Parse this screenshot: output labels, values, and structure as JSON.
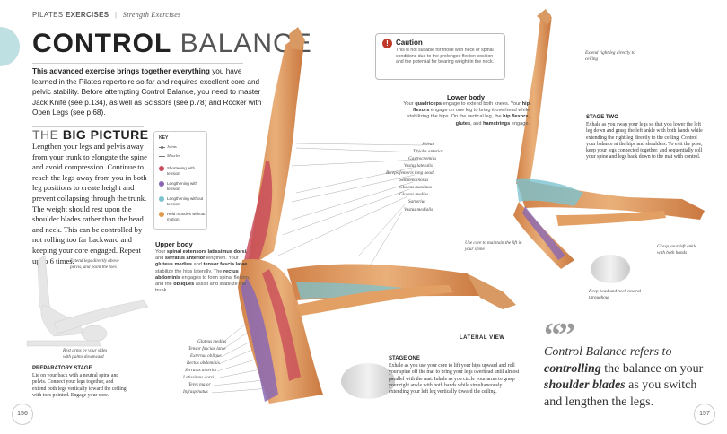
{
  "header": {
    "section": "PILATES",
    "section_bold": "EXERCISES",
    "subsection": "Strength Exercises"
  },
  "title": {
    "part1": "CONTROL",
    "part2": "BALANCE"
  },
  "intro": {
    "b1": "This advanced exercise brings together everything",
    "t1": " you have learned in the Pilates repertoire so far and requires excellent core and pelvic stability. Before attempting Control Balance, you need to master Jack Knife ",
    "r1": "(see p.134)",
    "t2": ", as well as Scissors ",
    "r2": "(see p.78)",
    "t3": " and Rocker with Open Legs ",
    "r3": "(see p.68)",
    "t4": "."
  },
  "big_picture": {
    "title_light": "THE",
    "title_bold": "BIG PICTURE",
    "text": "Lengthen your legs and pelvis away from your trunk to elongate the spine and avoid compression. Continue to reach the legs away from you in both leg positions to create height and prevent collapsing through the trunk. The weight should rest upon the shoulder blades rather than the head and neck. This can be controlled by not rolling too far backward and keeping your core engaged. Repeat up to 6 times."
  },
  "key": {
    "title": "KEY",
    "rows": [
      {
        "label": "Joints",
        "type": "joint",
        "color": "#666666"
      },
      {
        "label": "Muscles",
        "type": "line",
        "color": "#777777"
      },
      {
        "label": "Shortening with tension",
        "type": "dot",
        "color": "#c94d5a"
      },
      {
        "label": "Lengthening with tension",
        "type": "dot",
        "color": "#8a68b3"
      },
      {
        "label": "Lengthening without tension",
        "type": "dot",
        "color": "#7cc3cf"
      },
      {
        "label": "Held muscles without motion",
        "type": "dot",
        "color": "#e09a4e"
      }
    ]
  },
  "caution": {
    "title": "Caution",
    "text": "This is not suitable for those with neck or spinal conditions due to the prolonged flexion position and the potential for bearing weight in the neck."
  },
  "lower_body": {
    "title": "Lower body",
    "t1": "Your ",
    "b1": "quadriceps",
    "t2": " engage to extend both knees. Your ",
    "b2": "hip flexors",
    "t3": " engage on one leg to bring it overhead while stabilizing the hips. On the vertical leg, the ",
    "b3": "hip flexors, glutes",
    "t4": ", and ",
    "b4": "hamstrings",
    "t5": " engage."
  },
  "upper_body": {
    "title": "Upper body",
    "t1": "Your ",
    "b1": "spinal extensors latissimus dorsi",
    "t2": ", and ",
    "b2": "serratus anterior",
    "t3": " lengthen. Your ",
    "b3": "gluteus medius",
    "t4": " and ",
    "b4": "tensor fascia latae",
    "t5": " stabilize the hips laterally. The ",
    "b5": "rectus abdominis",
    "t6": " engages to form spinal flexion, and the ",
    "b6": "obliques",
    "t7": " assist and stabilize the trunk."
  },
  "muscle_labels_right": [
    "Soleus",
    "Tibialis anterior",
    "Gastrocnemius",
    "Vastus lateralis",
    "Biceps femoris long head",
    "Semitendinosus",
    "Gluteus maximus",
    "Gluteus medius",
    "Sartorius",
    "Vastus medialis"
  ],
  "muscle_labels_left": [
    "Gluteus medius",
    "Tensor fasciae latae",
    "External oblique",
    "Rectus abdominis",
    "Serratus anterior",
    "Latissimus dorsi",
    "Teres major",
    "Infraspinatus"
  ],
  "stage_two": {
    "title": "STAGE TWO",
    "text": "Exhale as you swap your legs so that you lower the left leg down and grasp the left ankle with both hands while extending the right leg directly to the ceiling. Control your balance at the hips and shoulders. To exit the pose, keep your legs connected together, and sequentially roll your spine and legs back down to the mat with control."
  },
  "stage_one": {
    "title": "STAGE ONE",
    "text": "Exhale as you use your core to lift your hips upward and roll your spine off the mat to bring your legs overhead until almost parallel with the mat. Inhale as you circle your arms to grasp your right ankle with both hands while simultaneously extending your left leg vertically toward the ceiling."
  },
  "lateral_view": "LATERAL VIEW",
  "annotations": {
    "extend_right_leg": "Extend right leg directly to ceiling",
    "use_core": "Use core to maintain the lift in your spine",
    "grasp_ankle": "Grasp your left ankle with both hands",
    "keep_head": "Keep head and neck neutral throughout",
    "extend_legs": "Extend legs directly above pelvis, and point the toes",
    "rest_arms": "Rest arms by your sides with palms downward"
  },
  "prep_stage": {
    "title": "PREPARATORY STAGE",
    "text": "Lie on your back with a neutral spine and pelvis. Connect your legs together, and extend both legs vertically toward the ceiling with toes pointed. Engage your core."
  },
  "quote": {
    "mark": "“”",
    "p1": "Control Balance refers to ",
    "b1": "controlling",
    "p2": " the balance on your ",
    "b2": "shoulder blades",
    "p3": " as you switch and lengthen the legs."
  },
  "pages": {
    "left": "156",
    "right": "157"
  },
  "colors": {
    "muscle_orange": "#e3a064",
    "muscle_red": "#c94d5a",
    "muscle_purple": "#8a68b3",
    "muscle_teal": "#7cc3cf",
    "accent_teal": "#bfe0e3",
    "caution_red": "#c0392b"
  }
}
